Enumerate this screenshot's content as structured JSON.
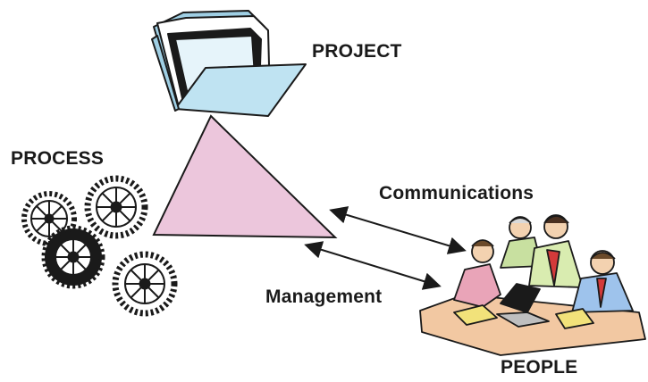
{
  "labels": {
    "project": "PROJECT",
    "process": "PROCESS",
    "communications": "Communications",
    "management": "Management",
    "people": "PEOPLE"
  },
  "icons": {
    "project": "folder-icon",
    "process": "gears-icon",
    "people": "team-meeting-icon"
  },
  "colors": {
    "triangle_fill": "#ecc6dc",
    "folder_fill": "#bfe3f2",
    "table_fill": "#f2c8a2",
    "outline": "#1a1a1a"
  }
}
